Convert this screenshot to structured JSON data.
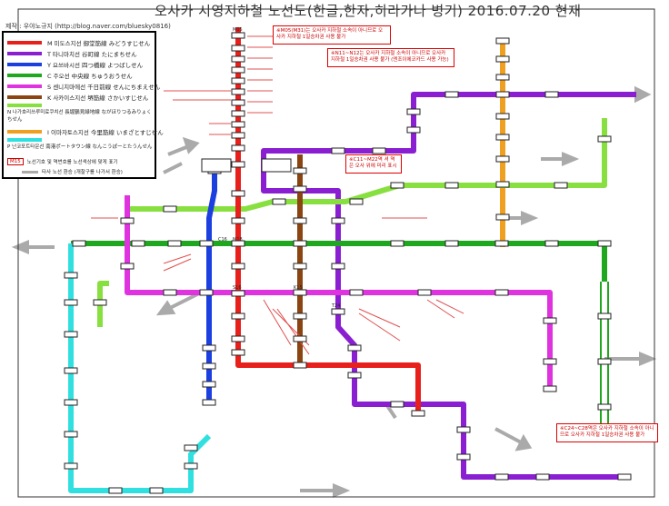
{
  "header": {
    "title": "오사카 시영지하철 노선도(한글,한자,히라가나 병기)     2016.07.20 현재",
    "credit": "제작 : 우야노규지 (http://blog.naver.com/bluesky0816)"
  },
  "legend": {
    "items": [
      {
        "label": "M 미도스지선 御堂筋線  みどうすじせん",
        "color": "#e8201c"
      },
      {
        "label": "T 타니마치선 谷町線  たにまちせん",
        "color": "#8a1fd1"
      },
      {
        "label": "Y 요쓰바시선 四つ橋線  よつばしせん",
        "color": "#1c3fe0"
      },
      {
        "label": "C 주오선 中央線  ちゅうおうせん",
        "color": "#1fa81f"
      },
      {
        "label": "S 센니치마에선 千日前線  せんにちまえせん",
        "color": "#e033e0"
      },
      {
        "label": "K 사카이스지선 堺筋線  さかいすじせん",
        "color": "#8b4513"
      },
      {
        "label": "N 나가호리쓰루미료쿠치선 長堀鶴見緑地線  ながほりつるみりょくちせん",
        "color": "#88e040"
      },
      {
        "label": "I 이마자토스지선 今里筋線  いまざとすじせん",
        "color": "#f0a020"
      },
      {
        "label": "P 난코포트타운선 南港ポートタウン線  なんこうぽーとたうんせん",
        "color": "#30e0e0"
      }
    ],
    "transfer_badge": "M15",
    "transfer_text": "노선기호 및 역번호를 노선색상에 맞게 표기",
    "other_text": "타사 노선 환승 (개찰구를 나가서 환승)"
  },
  "notes": {
    "n1": "※M05(M31)는 오사카 지하철 소속이 아니므로 오사카 지하철 1일승차권 사용 불가",
    "n2": "※N11~N12는 오사카 지하철 소속이 아니므로 오사카 지하철 1일승차권 사용 불가 (엔조이에코카드 사용 가능)",
    "n3": "※C11~M22역 셔 역은 오사 위에 미리 표시",
    "n4": "※C24~C28역은 오사카 지하철 소속이 아니므로 오사카 지하철 1일승차권 사용 불가"
  },
  "station_codes": {
    "m_top": "M05",
    "c_transfer": "C16",
    "m_center": "M18",
    "s_center": "S16",
    "k_center": "K15",
    "t_center": "T24"
  },
  "colors": {
    "midosuji": "#e8201c",
    "tanimachi": "#8a1fd1",
    "yotsubashi": "#1c3fe0",
    "chuo": "#1fa81f",
    "sennichimae": "#e033e0",
    "sakaisuji": "#8b4513",
    "nagahori": "#88e040",
    "imazatosuji": "#f0a020",
    "nanko": "#30e0e0",
    "transfer_arrow": "#aaaaaa"
  }
}
